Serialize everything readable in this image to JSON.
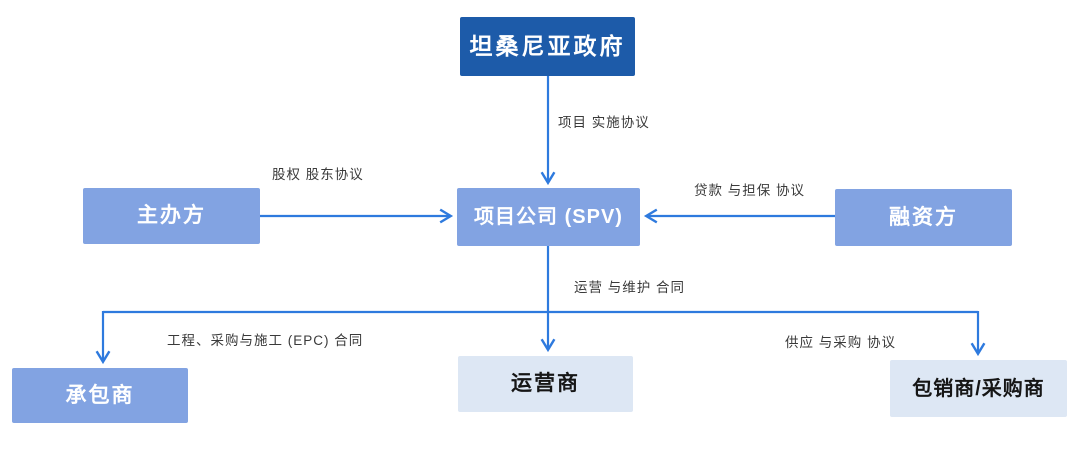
{
  "diagram": {
    "type": "flowchart",
    "nodes": {
      "government": {
        "label": "坦桑尼亚政府",
        "style": "dark-blue"
      },
      "spv": {
        "label": "项目公司 (SPV)",
        "style": "medium-blue"
      },
      "sponsor": {
        "label": "主办方",
        "style": "medium-blue"
      },
      "financier": {
        "label": "融资方",
        "style": "medium-blue"
      },
      "contractor": {
        "label": "承包商",
        "style": "medium-blue"
      },
      "operator": {
        "label": "运营商",
        "style": "light-blue"
      },
      "offtaker": {
        "label": "包销商/采购商",
        "style": "light-blue"
      }
    },
    "edges": {
      "implementation": {
        "label": "项目 实施协议",
        "from": "government",
        "to": "spv"
      },
      "equity": {
        "label": "股权 股东协议",
        "from": "sponsor",
        "to": "spv"
      },
      "loan": {
        "label": "贷款 与担保 协议",
        "from": "financier",
        "to": "spv"
      },
      "om": {
        "label": "运营 与维护 合同",
        "from": "spv",
        "to": "operator"
      },
      "epc": {
        "label": "工程、采购与施工 (EPC) 合同",
        "from": "spv",
        "to": "contractor"
      },
      "supply": {
        "label": "供应 与采购 协议",
        "from": "spv",
        "to": "offtaker"
      }
    },
    "colors": {
      "dark_blue": "#1d5ba9",
      "medium_blue": "#82a3e2",
      "light_blue": "#dde7f4",
      "arrow": "#2e7ade",
      "label_text": "#3a3a3a",
      "background": "#ffffff"
    }
  }
}
